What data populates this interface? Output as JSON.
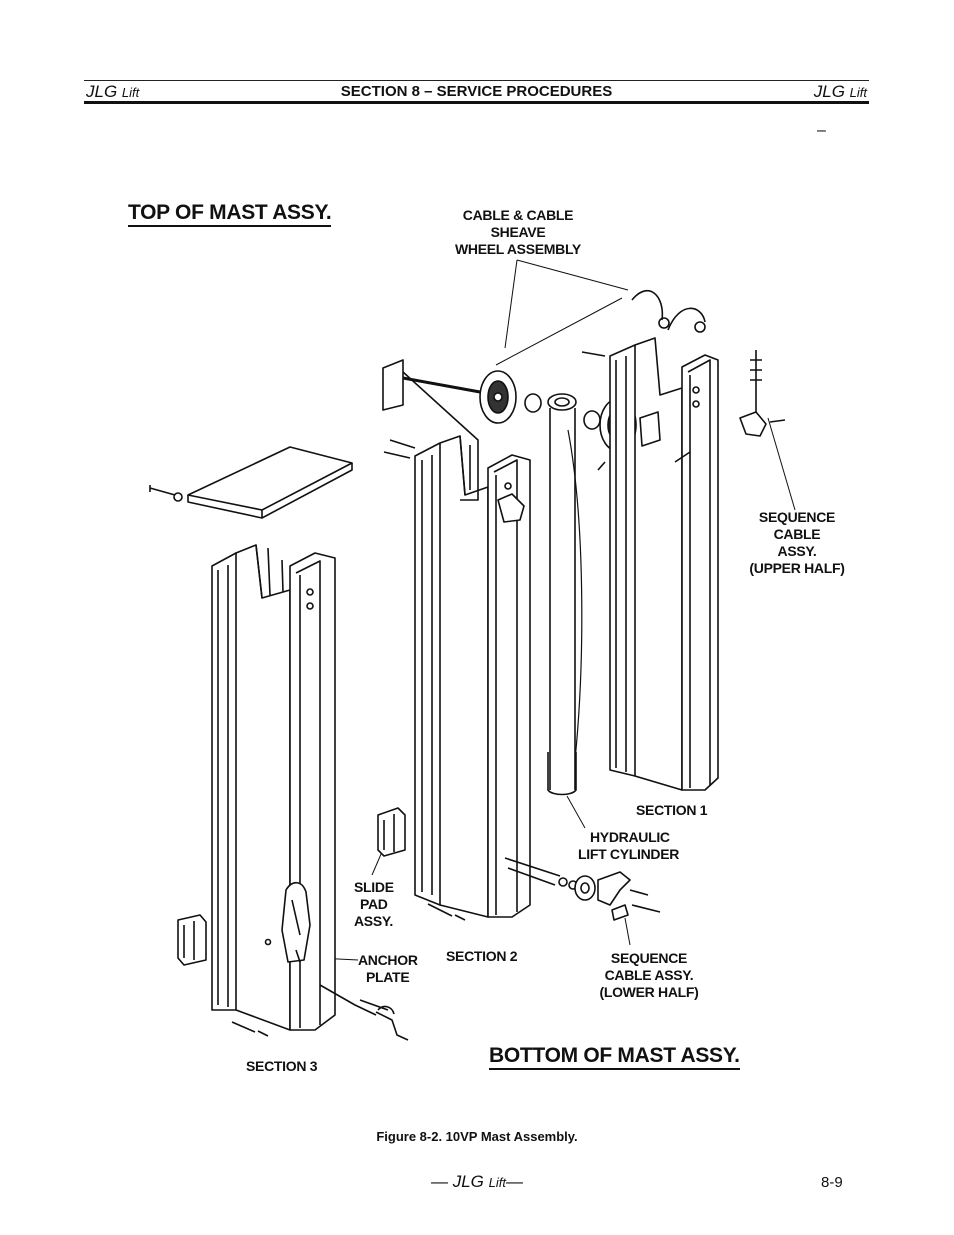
{
  "header": {
    "left_main": "JLG",
    "left_small": "Lift",
    "center": "SECTION 8 – SERVICE PROCEDURES",
    "right_main": "JLG",
    "right_small": "Lift"
  },
  "margin_mark": "–",
  "titles": {
    "top": "TOP OF MAST ASSY.",
    "bottom": "BOTTOM OF MAST ASSY."
  },
  "labels": {
    "cable_sheave": [
      "CABLE & CABLE",
      "SHEAVE",
      "WHEEL ASSEMBLY"
    ],
    "seq_upper": [
      "SEQUENCE",
      "CABLE",
      "ASSY.",
      "(UPPER HALF)"
    ],
    "section1": "SECTION 1",
    "hydraulic": [
      "HYDRAULIC",
      "LIFT CYLINDER"
    ],
    "slide_pad": [
      "SLIDE",
      "PAD",
      "ASSY."
    ],
    "anchor": [
      "ANCHOR",
      "PLATE"
    ],
    "section2": "SECTION 2",
    "seq_lower": [
      "SEQUENCE",
      "CABLE ASSY.",
      "(LOWER HALF)"
    ],
    "section3": "SECTION 3"
  },
  "caption": "Figure 8-2.  10VP Mast Assembly.",
  "footer": {
    "main": "— JLG",
    "small": "Lift",
    "end": "—"
  },
  "page_number": "8-9"
}
